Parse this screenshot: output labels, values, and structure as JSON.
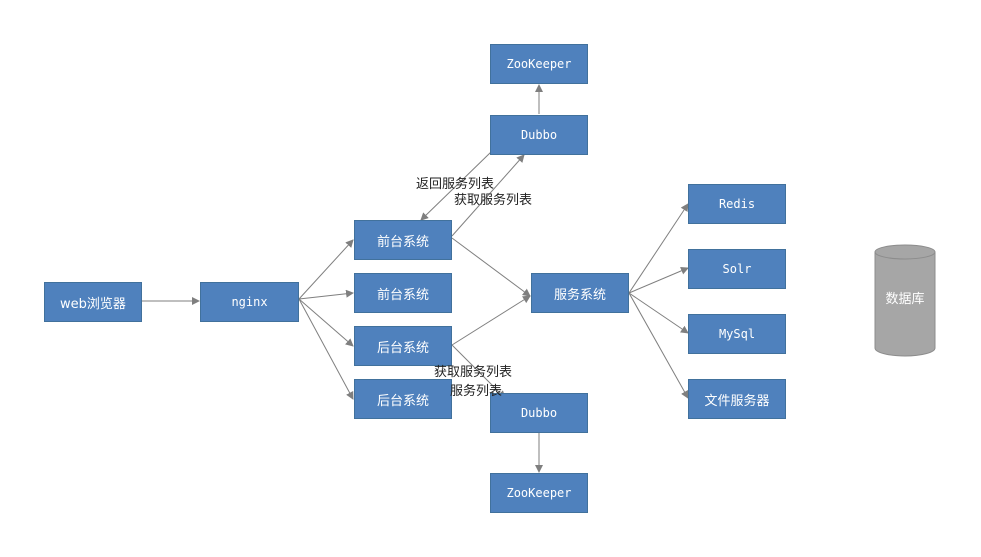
{
  "nodes": {
    "browser": "web浏览器",
    "nginx": "nginx",
    "front1": "前台系统",
    "front2": "前台系统",
    "back1": "后台系统",
    "back2": "后台系统",
    "service": "服务系统",
    "dubbo_top": "Dubbo",
    "zk_top": "ZooKeeper",
    "dubbo_bottom": "Dubbo",
    "zk_bottom": "ZooKeeper",
    "redis": "Redis",
    "solr": "Solr",
    "mysql": "MySql",
    "file_server": "文件服务器",
    "database": "数据库"
  },
  "labels": {
    "top_return": "返回服务列表",
    "top_get": "获取服务列表",
    "bottom_get": "获取服务列表",
    "bottom_return": "服务列表"
  },
  "colors": {
    "box_fill": "#4f81bd",
    "box_border": "#41719c",
    "arrow": "#7f7f7f",
    "database_fill": "#a6a6a6"
  }
}
